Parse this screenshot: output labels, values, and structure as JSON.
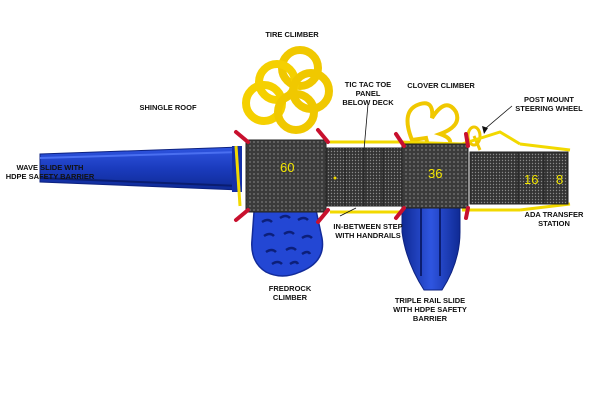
{
  "labels": {
    "tire_climber": "TIRE CLIMBER",
    "shingle_roof": "SHINGLE ROOF",
    "tic_tac_toe": "TIC TAC TOE\nPANEL\nBELOW DECK",
    "clover_climber": "CLOVER CLIMBER",
    "steering_wheel": "POST MOUNT\nSTEERING WHEEL",
    "wave_slide": "WAVE SLIDE WITH\nHDPE SAFETY BARRIER",
    "ada_station": "ADA TRANSFER\nSTATION",
    "in_between_step": "IN-BETWEEN STEP\nWITH HANDRAILS",
    "fredrock": "FREDROCK\nCLIMBER",
    "triple_slide": "TRIPLE RAIL SLIDE\nWITH HDPE SAFETY\nBARRIER"
  },
  "deck_heights": {
    "main_deck": "60",
    "middle_deck": "36",
    "step_a": "16",
    "step_b": "8"
  },
  "colors": {
    "slide_blue": "#1e3fbf",
    "frame_yellow": "#f2d900",
    "deck_dark": "#3a3a3a",
    "post_red": "#c8102e",
    "deck_number": "#f3e600"
  }
}
